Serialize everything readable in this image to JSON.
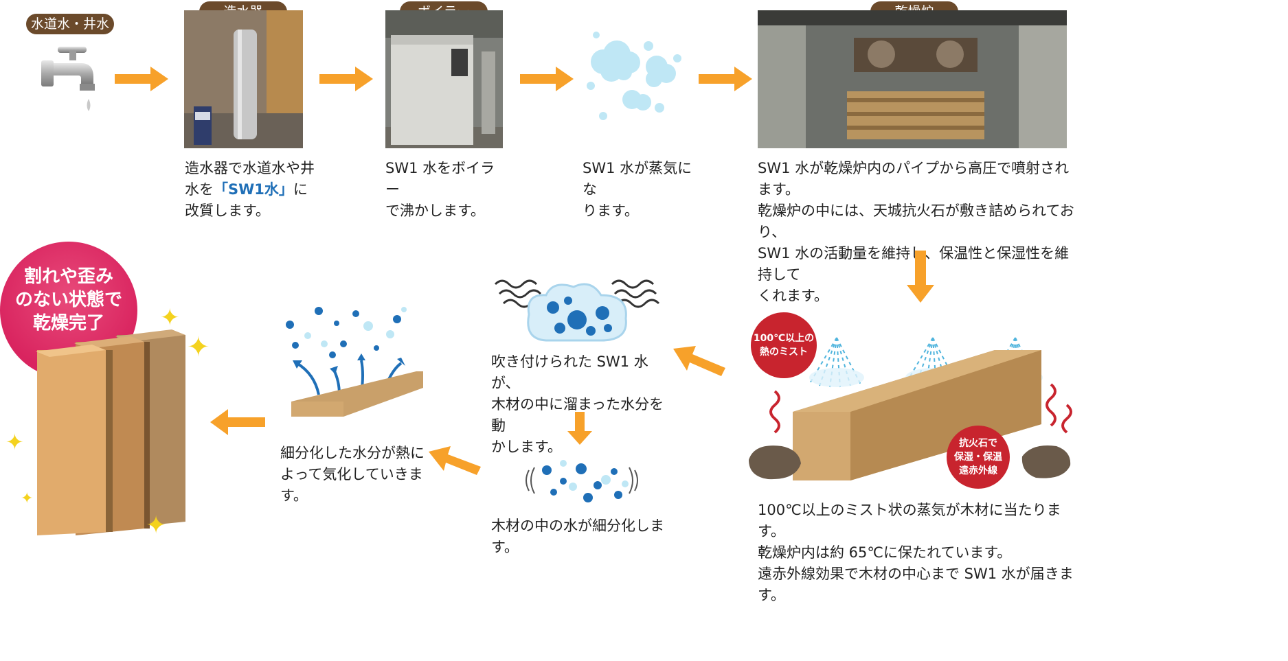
{
  "steps": [
    {
      "label": "水道水・井水"
    },
    {
      "label": "造水器",
      "desc_pre": "造水器で水道水や井",
      "desc_mid_a": "水を",
      "desc_hl": "「SW1水」",
      "desc_mid_b": "に",
      "desc_end": "改質します。"
    },
    {
      "label": "ボイラー",
      "desc_1": "SW1 水をボイラー",
      "desc_2": "で沸かします。"
    },
    {
      "desc_1": "SW1 水が蒸気にな",
      "desc_2": "ります。"
    },
    {
      "label": "乾燥炉",
      "desc_1": "SW1 水が乾燥炉内のパイプから高圧で噴射されます。",
      "desc_2": "乾燥炉の中には、天城抗火石が敷き詰められており、",
      "desc_3": "SW1 水の活動量を維持し、保温性と保湿性を維持して",
      "desc_4": "くれます。"
    }
  ],
  "mist": {
    "badge_1": "100℃以上の",
    "badge_2": "熱のミスト",
    "stone_1": "抗火石で",
    "stone_2": "保湿・保温",
    "stone_3": "遠赤外線",
    "desc_1": "100℃以上のミスト状の蒸気が木材に当たります。",
    "desc_2": "乾燥炉内は約 65℃に保たれています。",
    "desc_3": "遠赤外線効果で木材の中心まで SW1 水が届きます。"
  },
  "spray": {
    "desc_1": "吹き付けられた SW1 水が、",
    "desc_2": "木材の中に溜まった水分を動",
    "desc_3": "かします。"
  },
  "fragment": {
    "desc": "木材の中の水が細分化します。"
  },
  "evaporate": {
    "desc_1": "細分化した水分が熱に",
    "desc_2": "よって気化していきます。"
  },
  "result": {
    "line_1": "割れや歪み",
    "line_2": "のない状態で",
    "line_3": "乾燥完了"
  },
  "colors": {
    "arrow": "#f7a12a",
    "pill": "#6b4a2b",
    "badge_red": "#c8242e",
    "result_pink": "#d9245f",
    "highlight_blue": "#1f6fb7"
  }
}
